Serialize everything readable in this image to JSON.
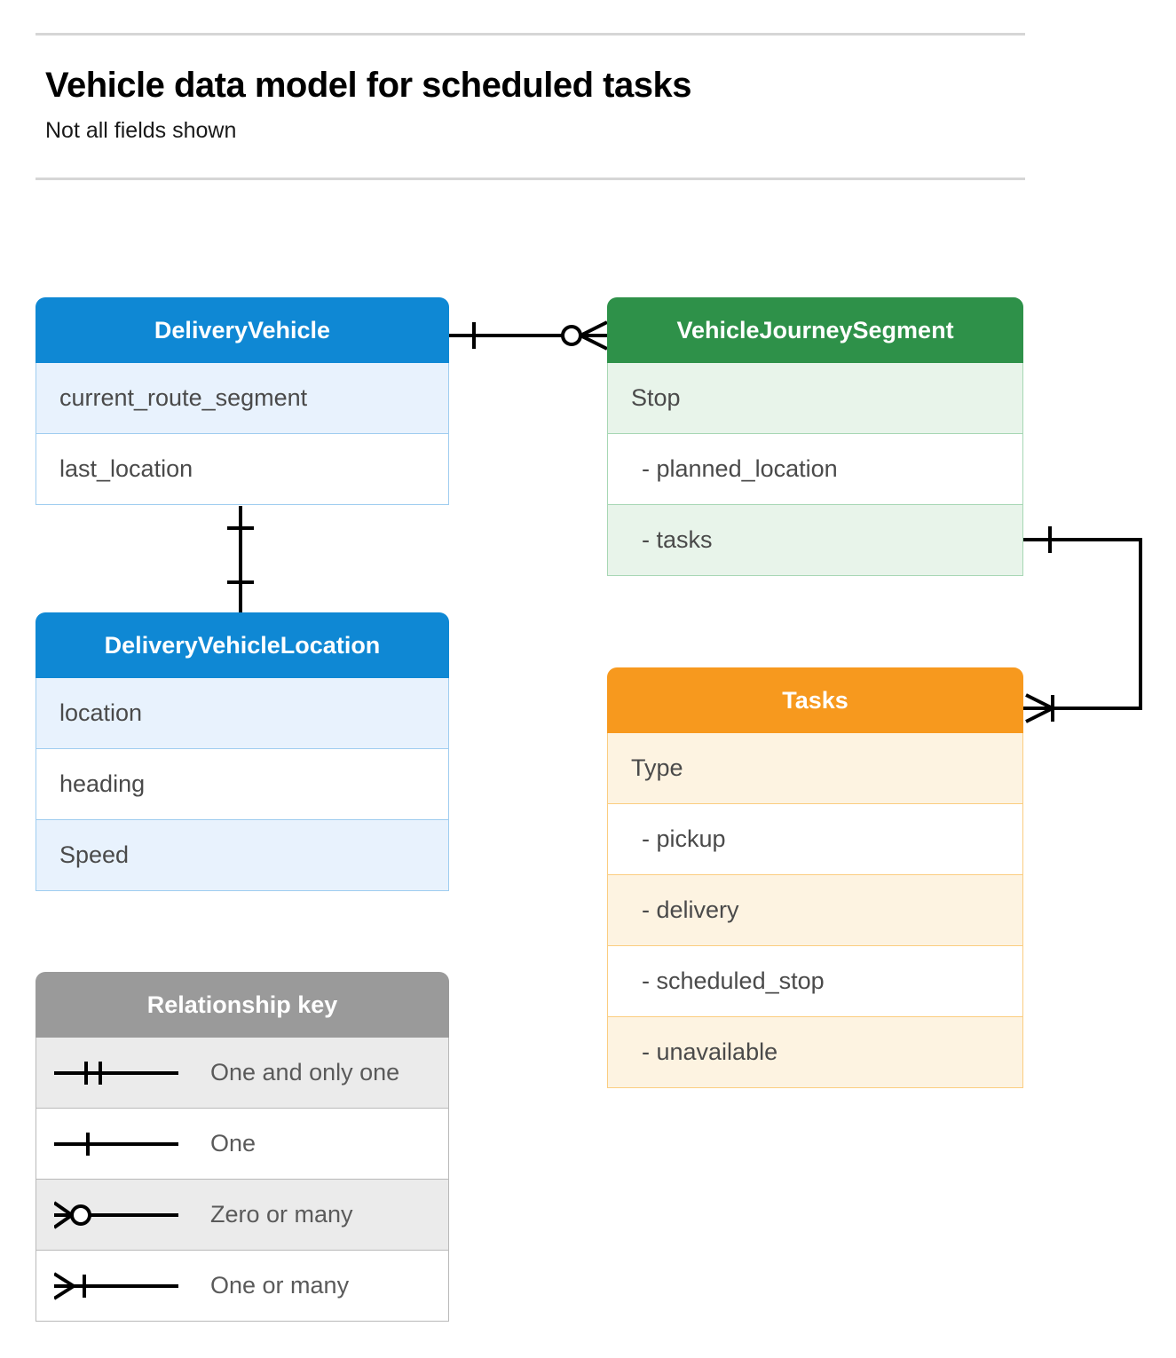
{
  "header": {
    "title": "Vehicle data model for scheduled tasks",
    "subtitle": "Not all fields shown"
  },
  "colors": {
    "blue": "#0f88d4",
    "blue_row": "#e8f2fd",
    "blue_border": "#9fcdf0",
    "green": "#2e9149",
    "green_row": "#e8f4ea",
    "green_border": "#a7d7b4",
    "orange": "#f7991e",
    "orange_row": "#fdf3e1",
    "orange_border": "#fbcd80",
    "gray": "#9a9a9a",
    "gray_row": "#ebebeb",
    "gray_border": "#b9b9b9",
    "line": "#000000",
    "rule": "#d6d6d6",
    "text": "#4a4a4a"
  },
  "entities": [
    {
      "id": "delivery-vehicle",
      "name": "DeliveryVehicle",
      "theme": "blue",
      "rows": [
        {
          "label": "current_route_segment",
          "indented": false
        },
        {
          "label": "last_location",
          "indented": false
        }
      ]
    },
    {
      "id": "vehicle-journey-segment",
      "name": "VehicleJourneySegment",
      "theme": "green",
      "rows": [
        {
          "label": "Stop",
          "indented": false
        },
        {
          "label": "-  planned_location",
          "indented": true
        },
        {
          "label": "- tasks",
          "indented": true
        }
      ]
    },
    {
      "id": "delivery-vehicle-location",
      "name": "DeliveryVehicleLocation",
      "theme": "blue",
      "rows": [
        {
          "label": "location",
          "indented": false
        },
        {
          "label": "heading",
          "indented": false
        },
        {
          "label": "Speed",
          "indented": false
        }
      ]
    },
    {
      "id": "tasks",
      "name": "Tasks",
      "theme": "orange",
      "rows": [
        {
          "label": "Type",
          "indented": false
        },
        {
          "label": "-  pickup",
          "indented": true
        },
        {
          "label": "-  delivery",
          "indented": true
        },
        {
          "label": "-  scheduled_stop",
          "indented": true
        },
        {
          "label": "-  unavailable",
          "indented": true
        }
      ]
    }
  ],
  "legend": {
    "title": "Relationship key",
    "items": [
      {
        "symbol": "one-and-only-one-icon",
        "label": "One and only one"
      },
      {
        "symbol": "one-icon",
        "label": "One"
      },
      {
        "symbol": "zero-or-many-icon",
        "label": "Zero or many"
      },
      {
        "symbol": "one-or-many-icon",
        "label": "One or many"
      }
    ]
  },
  "relationships": [
    {
      "id": "deliveryvehicle-to-vehiclejourneysegment",
      "from": "DeliveryVehicle",
      "to": "VehicleJourneySegment",
      "from_cardinality": "One",
      "to_cardinality": "Zero or many"
    },
    {
      "id": "deliveryvehicle-to-deliveryvehiclelocation",
      "from": "DeliveryVehicle",
      "to": "DeliveryVehicleLocation",
      "from_cardinality": "One",
      "to_cardinality": "One"
    },
    {
      "id": "vehiclejourneysegment-tasks-to-tasks",
      "from": "VehicleJourneySegment",
      "to": "Tasks",
      "from_cardinality": "One",
      "to_cardinality": "One or many"
    }
  ]
}
